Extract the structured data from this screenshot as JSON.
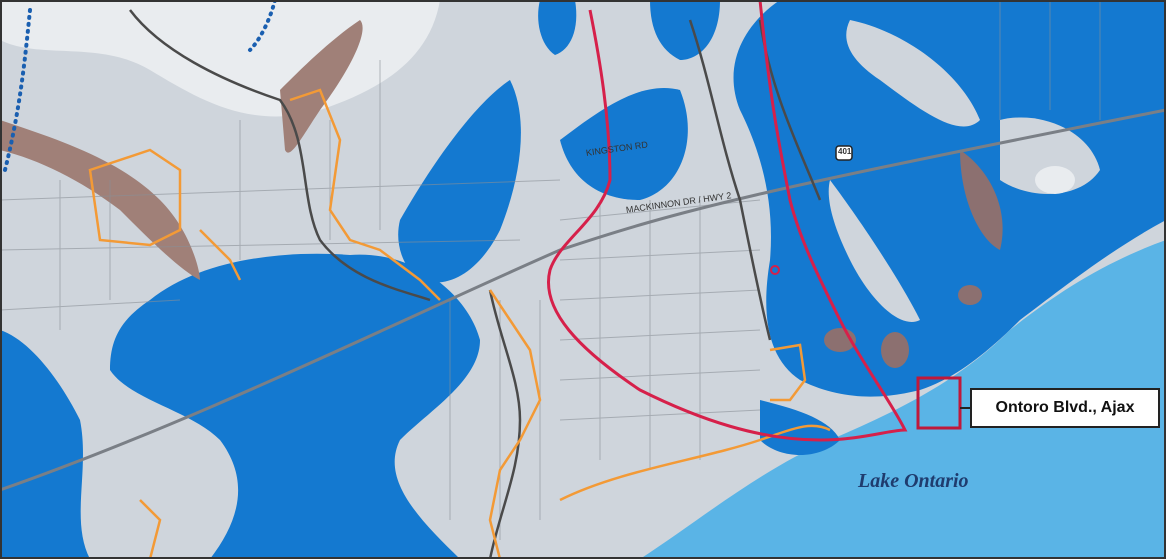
{
  "map": {
    "callout_label": "Ontoro Blvd., Ajax",
    "lake_label": "Lake Ontario",
    "street_labels": [
      "KINGSTON RD",
      "MACKINNON DR / HWY 2"
    ],
    "highway_shield": "401",
    "colors": {
      "water": "#5ab4e6",
      "floodplain_blue": "#1479d0",
      "land": "#cfd5dc",
      "land_light": "#e9ecef",
      "wetland_brown": "#a08078",
      "boundary_orange": "#f39a36",
      "route_red": "#d6204a",
      "site_box": "#c0183a"
    }
  }
}
